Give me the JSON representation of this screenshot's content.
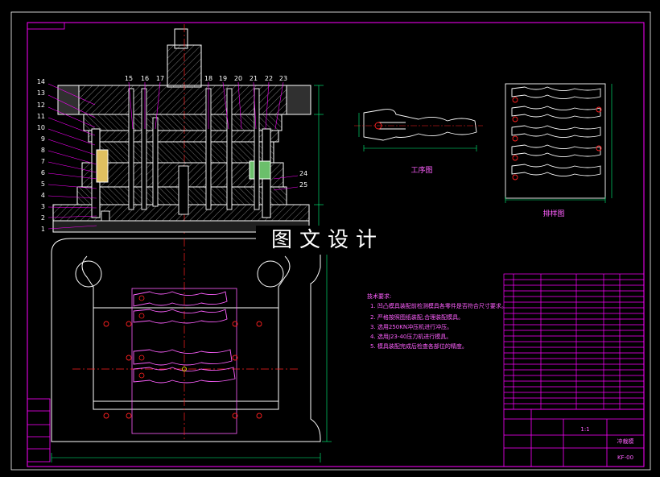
{
  "watermark": "图文设计",
  "part_numbers_left": [
    "14",
    "13",
    "12",
    "11",
    "10",
    "9",
    "8",
    "7",
    "6",
    "5",
    "4",
    "3",
    "2",
    "1"
  ],
  "part_numbers_top": [
    "15",
    "16",
    "17",
    "18",
    "19",
    "20",
    "21",
    "22",
    "23"
  ],
  "part_numbers_right": [
    "24",
    "25"
  ],
  "labels": {
    "process_drawing": "工序图",
    "layout_drawing": "排样图",
    "tech_title": "技术要求:",
    "tech_items": [
      "1. 凹凸模具装配前检测模具各零件是否符合尺寸要求。",
      "2. 严格按照图纸装配,合理装配模具。",
      "3. 选用250KN冲压机进行冲压。",
      "4. 选用J23-40压力机进行模具。",
      "5. 模具装配完成后检查各部位的精度。"
    ],
    "drawing_number": "KF-00",
    "title_block_name": "冲裁模",
    "scale": "1:1"
  },
  "colors": {
    "frame": "#ff00ff",
    "outline": "#ffffff",
    "center": "#ff2020",
    "dim": "#00ff80",
    "hatch": "#ffffff",
    "blue": "#6060ff",
    "yellow": "#ffff00",
    "pink": "#ff60ff"
  }
}
